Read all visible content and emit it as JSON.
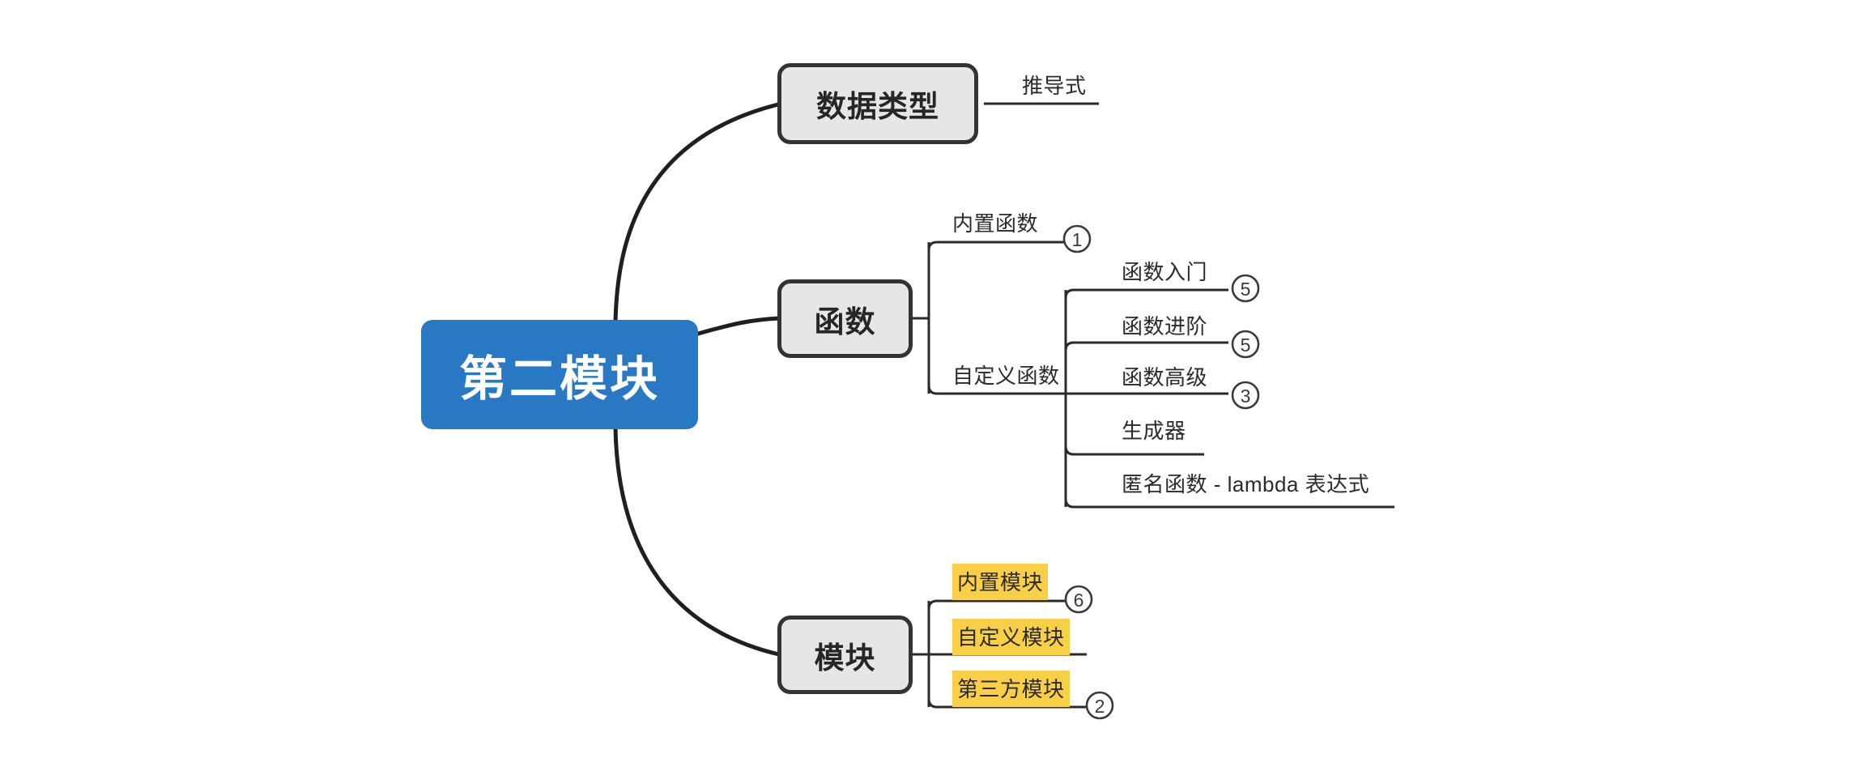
{
  "title": "第二模块",
  "colors": {
    "root_fill": "#2878c4",
    "root_text": "#ffffff",
    "branch_fill": "#e6e6e6",
    "branch_border": "#333333",
    "highlight": "#f8cf47",
    "line": "#2a2a2a",
    "background": "#ffffff"
  },
  "root": {
    "label": "第二模块"
  },
  "branches": [
    {
      "label": "数据类型",
      "children": [
        {
          "label": "推导式",
          "badge": "",
          "highlight": false
        }
      ]
    },
    {
      "label": "函数",
      "children": [
        {
          "label": "内置函数",
          "badge": "1",
          "highlight": false
        },
        {
          "label": "自定义函数",
          "badge": "",
          "highlight": false
        }
      ],
      "grandchildren": [
        {
          "label": "函数入门",
          "badge": "5",
          "highlight": false
        },
        {
          "label": "函数进阶",
          "badge": "5",
          "highlight": false
        },
        {
          "label": "函数高级",
          "badge": "3",
          "highlight": false
        },
        {
          "label": "生成器",
          "badge": "",
          "highlight": false
        },
        {
          "label": "匿名函数 - lambda 表达式",
          "badge": "",
          "highlight": false
        }
      ]
    },
    {
      "label": "模块",
      "children": [
        {
          "label": "内置模块",
          "badge": "6",
          "highlight": true
        },
        {
          "label": "自定义模块",
          "badge": "",
          "highlight": true
        },
        {
          "label": "第三方模块",
          "badge": "2",
          "highlight": true
        }
      ]
    }
  ]
}
